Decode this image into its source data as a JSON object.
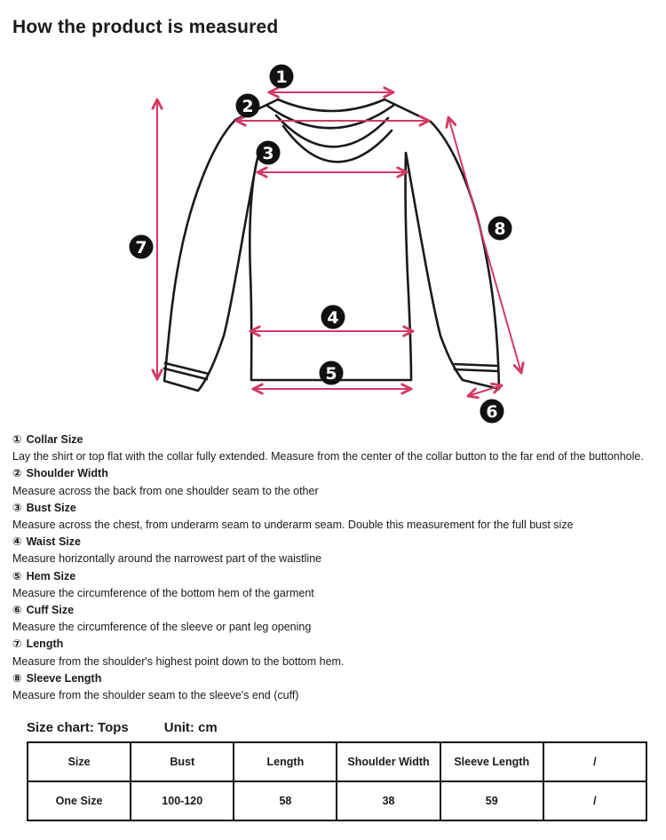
{
  "page": {
    "title": "How the product is measured"
  },
  "diagram": {
    "arrow_color": "#d23b64",
    "outline_color": "#1a1a1a",
    "markers": [
      {
        "num": "1",
        "meaning": "collar-size"
      },
      {
        "num": "2",
        "meaning": "shoulder-width"
      },
      {
        "num": "3",
        "meaning": "bust-size"
      },
      {
        "num": "4",
        "meaning": "waist-size"
      },
      {
        "num": "5",
        "meaning": "hem-size"
      },
      {
        "num": "6",
        "meaning": "cuff-size"
      },
      {
        "num": "7",
        "meaning": "length"
      },
      {
        "num": "8",
        "meaning": "sleeve-length"
      }
    ]
  },
  "measurements": [
    {
      "num": "①",
      "label": "Collar Size",
      "desc": "Lay the shirt or top flat with the collar fully extended. Measure from the center of the collar button to the far end of the buttonhole."
    },
    {
      "num": "②",
      "label": "Shoulder Width",
      "desc": "Measure across the back from one shoulder seam to the other"
    },
    {
      "num": "③",
      "label": "Bust Size",
      "desc": "Measure across the chest, from underarm seam to underarm seam. Double this measurement for the full bust size"
    },
    {
      "num": "④",
      "label": "Waist Size",
      "desc": "Measure horizontally around the narrowest part of the waistline"
    },
    {
      "num": "⑤",
      "label": "Hem Size",
      "desc": "Measure the circumference of the bottom hem of the garment"
    },
    {
      "num": "⑥",
      "label": "Cuff Size",
      "desc": "Measure the circumference of the sleeve or pant leg opening"
    },
    {
      "num": "⑦",
      "label": "Length",
      "desc": "Measure from the shoulder's highest point down to the bottom hem."
    },
    {
      "num": "⑧",
      "label": "Sleeve Length",
      "desc": "Measure from the shoulder seam to the sleeve's end (cuff)"
    }
  ],
  "size_chart": {
    "heading": "Size chart: Tops",
    "unit": "Unit: cm",
    "columns": [
      "Size",
      "Bust",
      "Length",
      "Shoulder Width",
      "Sleeve Length",
      "/"
    ],
    "row": [
      "One Size",
      "100-120",
      "58",
      "38",
      "59",
      "/"
    ]
  }
}
